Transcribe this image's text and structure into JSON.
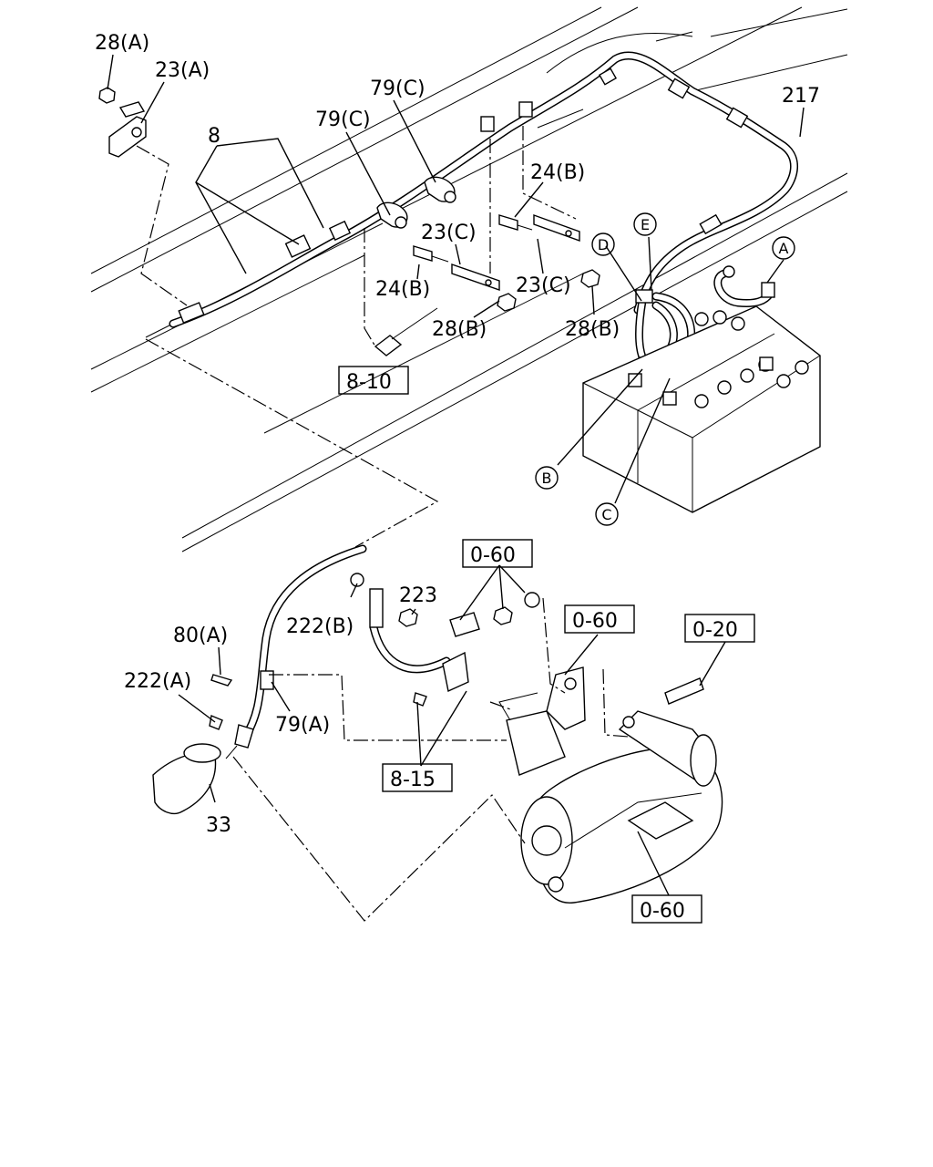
{
  "labels": {
    "nut_28a": "28(A)",
    "bracket_23a": "23(A)",
    "harness_8": "8",
    "clip_79c_upper": "79(C)",
    "clip_79c_lower": "79(C)",
    "cable_217": "217",
    "bolt_24b_right": "24(B)",
    "bracket_23c_left": "23(C)",
    "bracket_23c_right": "23(C)",
    "bolt_24b_left": "24(B)",
    "nut_28b_left": "28(B)",
    "nut_28b_right": "28(B)",
    "bolt_222b": "222(B)",
    "nut_223": "223",
    "bolt_80a": "80(A)",
    "bolt_222a": "222(A)",
    "clip_79a": "79(A)",
    "boot_33": "33"
  },
  "refs": {
    "ref_8_10": "8-10",
    "ref_0_60_top": "0-60",
    "ref_0_60_mid": "0-60",
    "ref_0_20": "0-20",
    "ref_8_15": "8-15",
    "ref_0_60_bottom": "0-60"
  },
  "markers": {
    "a": "A",
    "b": "B",
    "c": "C",
    "d": "D",
    "e": "E"
  }
}
